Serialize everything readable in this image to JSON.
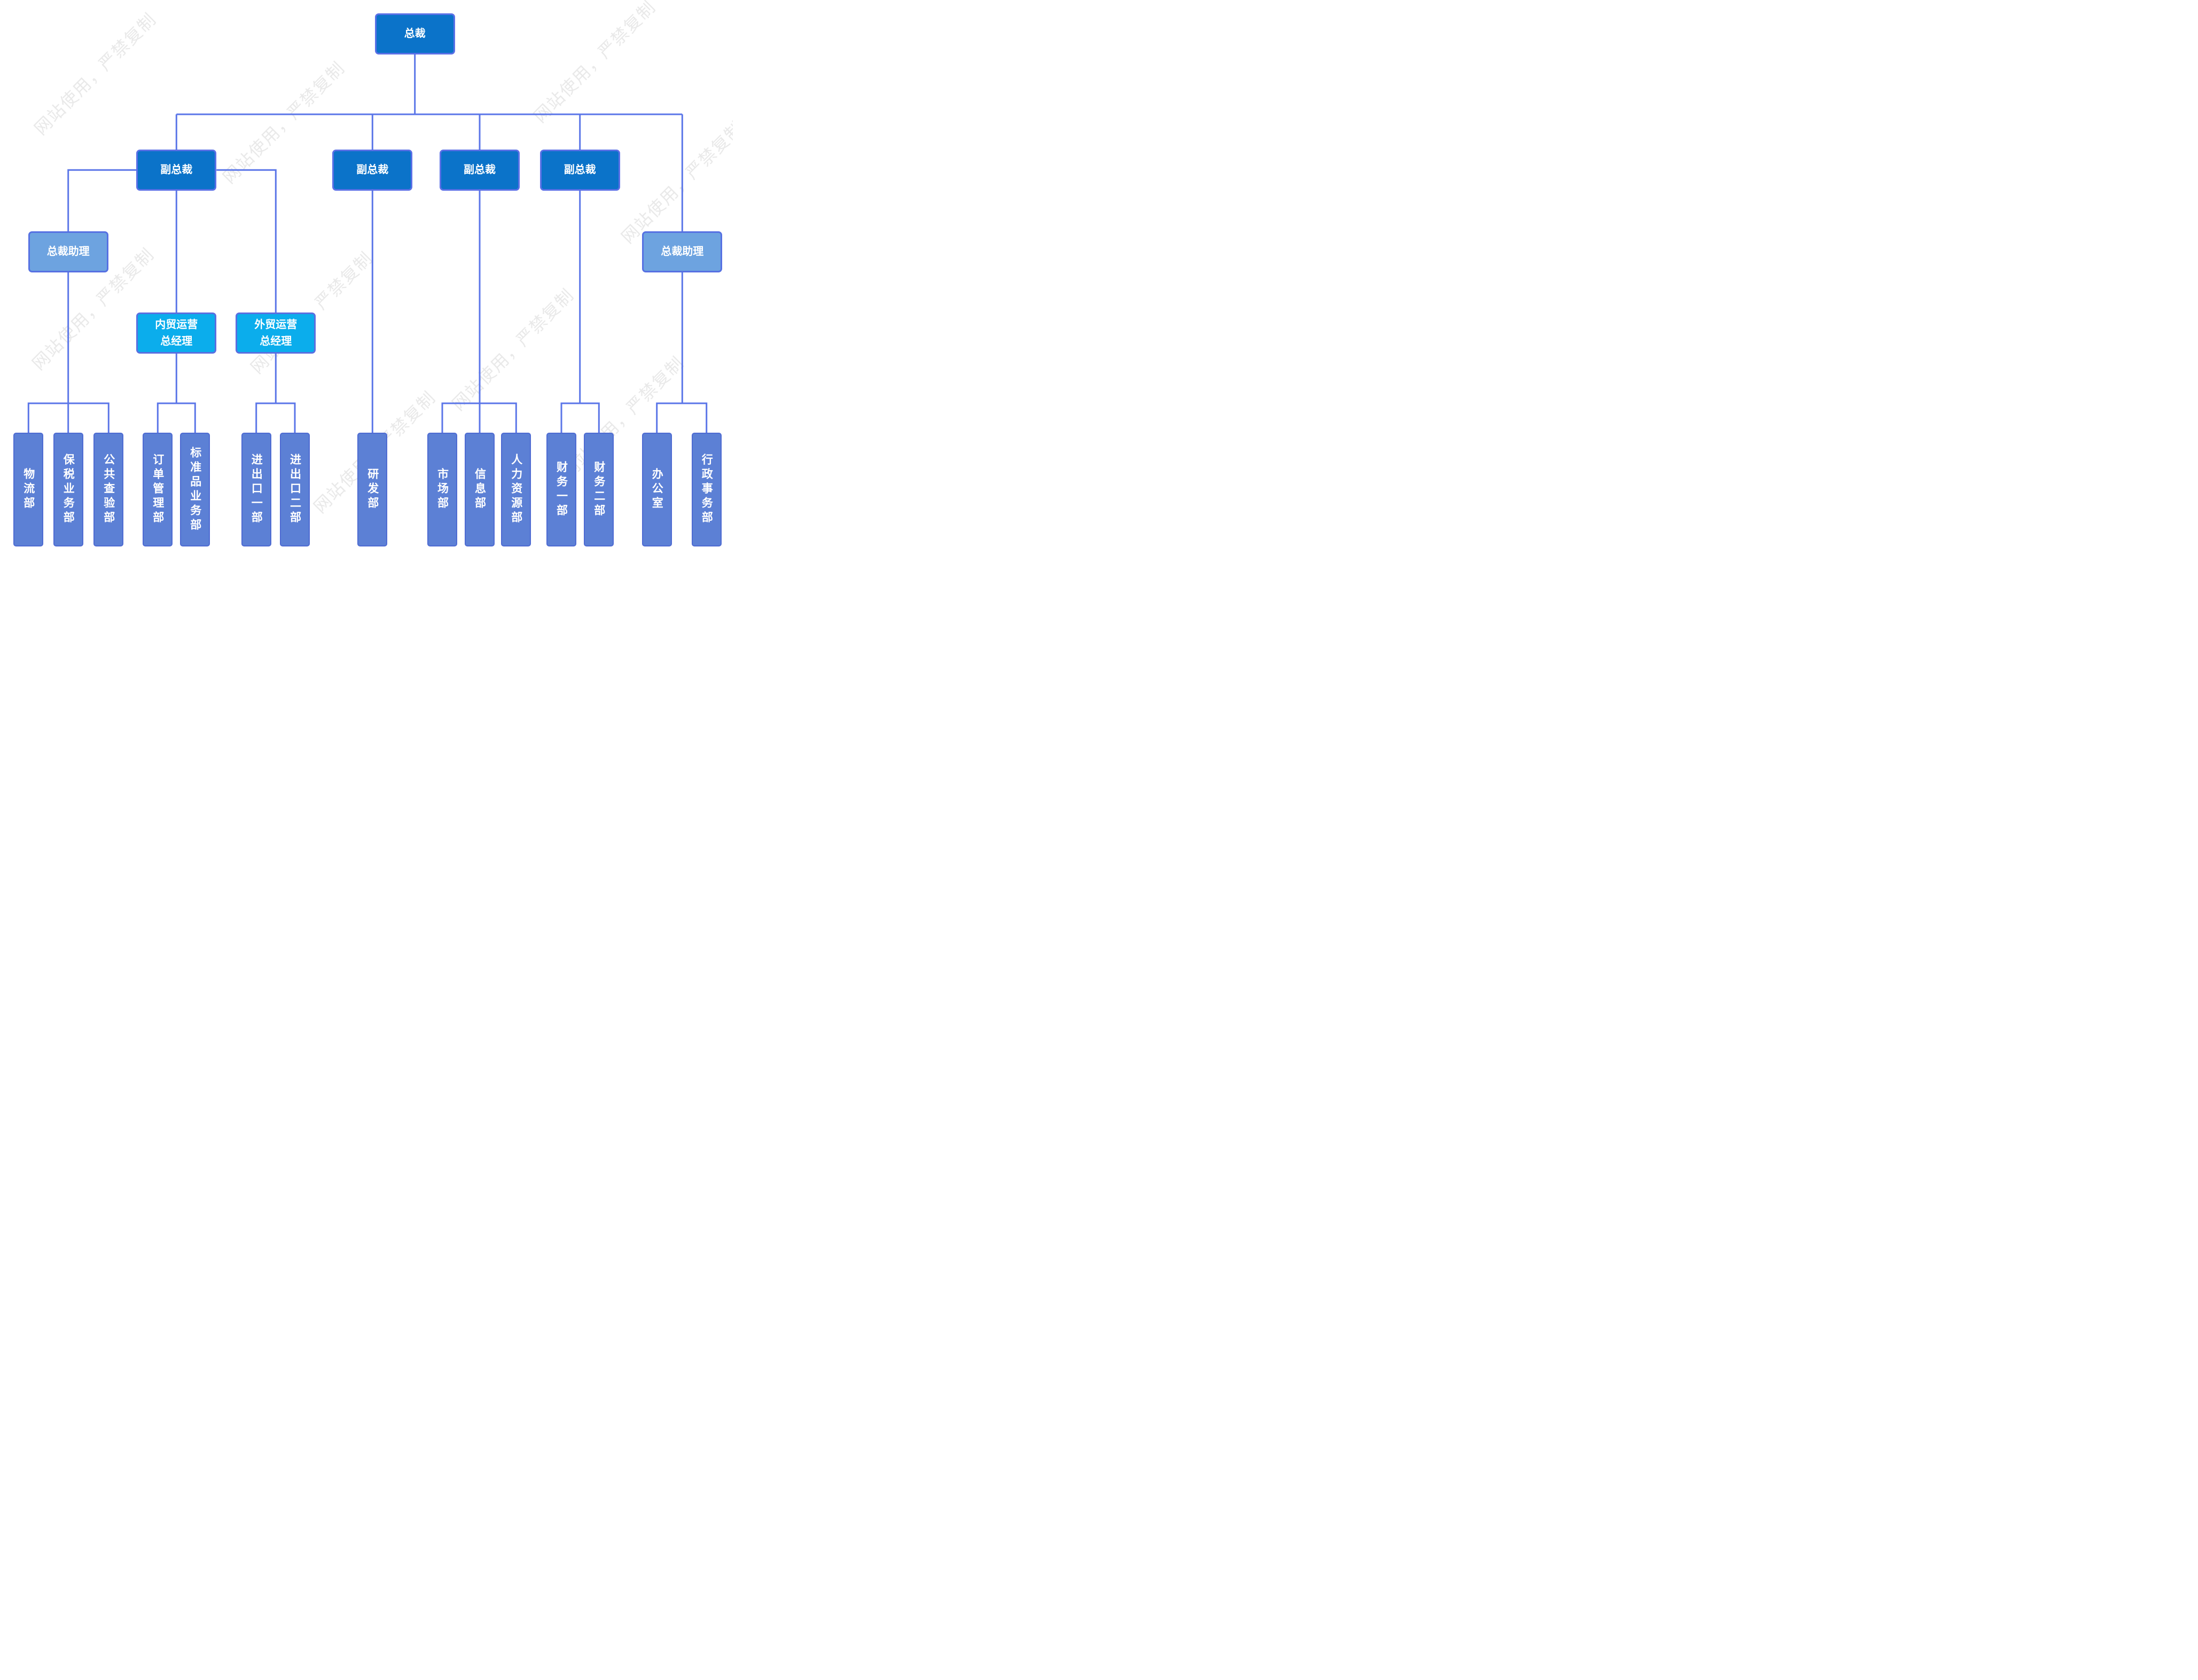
{
  "watermark": {
    "text": "网站使用，严禁复制"
  },
  "colors": {
    "executive_fill": "#0b73c9",
    "assistant_fill": "#6da3e0",
    "gm_fill": "#0badec",
    "department_fill": "#5c80d5",
    "box_border": "#5a70e6",
    "department_border": "#4e6bd2",
    "connector_line": "#5b76e8",
    "watermark_color": "#e9e9e9",
    "text_color": "#ffffff"
  },
  "nodes": {
    "ceo": {
      "label": "总裁"
    },
    "vp1": {
      "label": "副总裁"
    },
    "vp2": {
      "label": "副总裁"
    },
    "vp3": {
      "label": "副总裁"
    },
    "vp4": {
      "label": "副总裁"
    },
    "assistant_left": {
      "label": "总裁助理"
    },
    "assistant_right": {
      "label": "总裁助理"
    },
    "gm_domestic": {
      "label": "内贸运营\n总经理"
    },
    "gm_foreign": {
      "label": "外贸运营\n总经理"
    },
    "dept_logistics": {
      "label": "物流部"
    },
    "dept_bonded": {
      "label": "保税业务部"
    },
    "dept_inspection": {
      "label": "公共查验部"
    },
    "dept_order": {
      "label": "订单管理部"
    },
    "dept_standard": {
      "label": "标准品业务部"
    },
    "dept_import1": {
      "label": "进出口一部"
    },
    "dept_import2": {
      "label": "进出口二部"
    },
    "dept_rd": {
      "label": "研发部"
    },
    "dept_market": {
      "label": "市场部"
    },
    "dept_info": {
      "label": "信息部"
    },
    "dept_hr": {
      "label": "人力资源部"
    },
    "dept_finance1": {
      "label": "财务一部"
    },
    "dept_finance2": {
      "label": "财务二部"
    },
    "dept_office": {
      "label": "办公室"
    },
    "dept_admin": {
      "label": "行政事务部"
    }
  }
}
